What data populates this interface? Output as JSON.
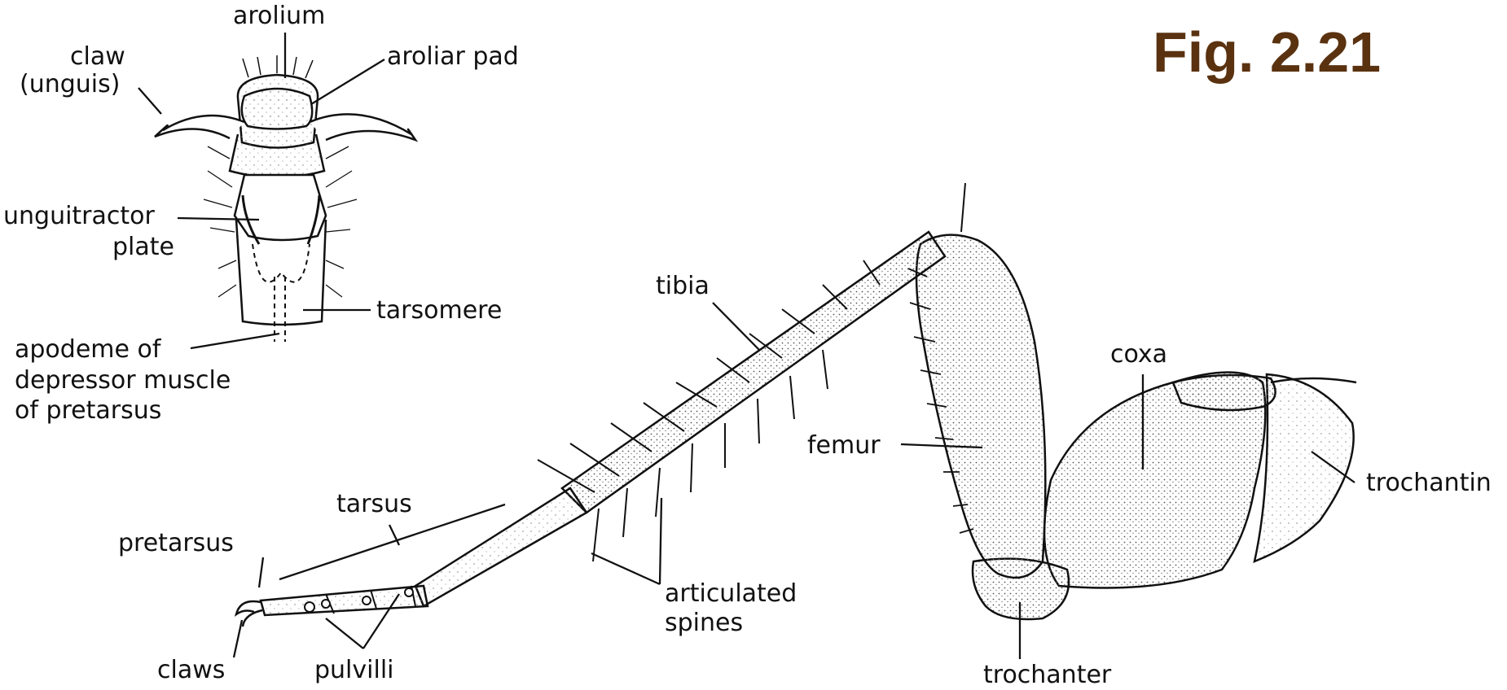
{
  "figure": {
    "title": "Fig. 2.21",
    "title_color": "#5a3210"
  },
  "labels": {
    "arolium": "arolium",
    "claw_line1": "claw",
    "claw_line2": "(unguis)",
    "aroliar_pad": "aroliar pad",
    "unguitractor_line1": "unguitractor",
    "unguitractor_line2": "plate",
    "tarsomere": "tarsomere",
    "apodeme_line1": "apodeme of",
    "apodeme_line2": "depressor muscle",
    "apodeme_line3": "of pretarsus",
    "tibia": "tibia",
    "coxa": "coxa",
    "femur": "femur",
    "trochantin": "trochantin",
    "tarsus": "tarsus",
    "pretarsus": "pretarsus",
    "articulated_line1": "articulated",
    "articulated_line2": "spines",
    "claws": "claws",
    "pulvilli": "pulvilli",
    "trochanter": "trochanter"
  },
  "colors": {
    "ink": "#111111",
    "stipple": "#555555"
  }
}
